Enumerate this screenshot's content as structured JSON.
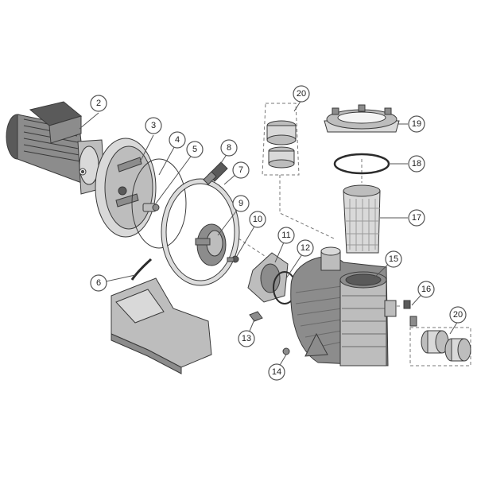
{
  "diagram": {
    "callouts": [
      {
        "id": "c2",
        "label": "2"
      },
      {
        "id": "c3",
        "label": "3"
      },
      {
        "id": "c4",
        "label": "4"
      },
      {
        "id": "c5",
        "label": "5"
      },
      {
        "id": "c6",
        "label": "6"
      },
      {
        "id": "c7",
        "label": "7"
      },
      {
        "id": "c8",
        "label": "8"
      },
      {
        "id": "c9",
        "label": "9"
      },
      {
        "id": "c10",
        "label": "10"
      },
      {
        "id": "c11",
        "label": "11"
      },
      {
        "id": "c12",
        "label": "12"
      },
      {
        "id": "c13",
        "label": "13"
      },
      {
        "id": "c14",
        "label": "14"
      },
      {
        "id": "c15",
        "label": "15"
      },
      {
        "id": "c16",
        "label": "16"
      },
      {
        "id": "c17",
        "label": "17"
      },
      {
        "id": "c18",
        "label": "18"
      },
      {
        "id": "c19",
        "label": "19"
      },
      {
        "id": "c20a",
        "label": "20"
      },
      {
        "id": "c20b",
        "label": "20"
      }
    ]
  }
}
